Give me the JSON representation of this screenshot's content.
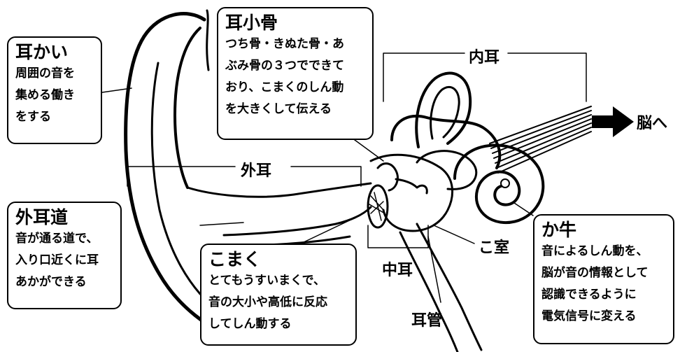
{
  "boxes": {
    "ear_flap": {
      "title": "耳かい",
      "body": [
        "周囲の音を",
        "集める働き",
        "をする"
      ]
    },
    "ossicles": {
      "title": "耳小骨",
      "body": [
        "つち骨・きぬた骨・あ",
        "ぶみ骨の３つでできて",
        "おり、こまくのしん動",
        "を大きくして伝える"
      ]
    },
    "ear_canal": {
      "title": "外耳道",
      "body": [
        "音が通る道で、",
        "入り口近くに耳",
        "あかができる"
      ]
    },
    "eardrum": {
      "title": "こまく",
      "body": [
        "とてもうすいまくで、",
        "音の大小や高低に反応",
        "してしん動する"
      ]
    },
    "cochlea": {
      "title": "か牛",
      "body": [
        "音によるしん動を、",
        "脳が音の情報として",
        "認識できるように",
        "電気信号に変える"
      ]
    }
  },
  "labels": {
    "outer_ear": "外耳",
    "inner_ear": "内耳",
    "middle_ear": "中耳",
    "tympanic_cavity": "こ室",
    "eustachian_tube": "耳管",
    "to_brain": "脳へ"
  },
  "icons": {
    "arrow": "arrow-right-icon"
  },
  "colors": {
    "ink": "#000000",
    "paper": "#ffffff"
  }
}
